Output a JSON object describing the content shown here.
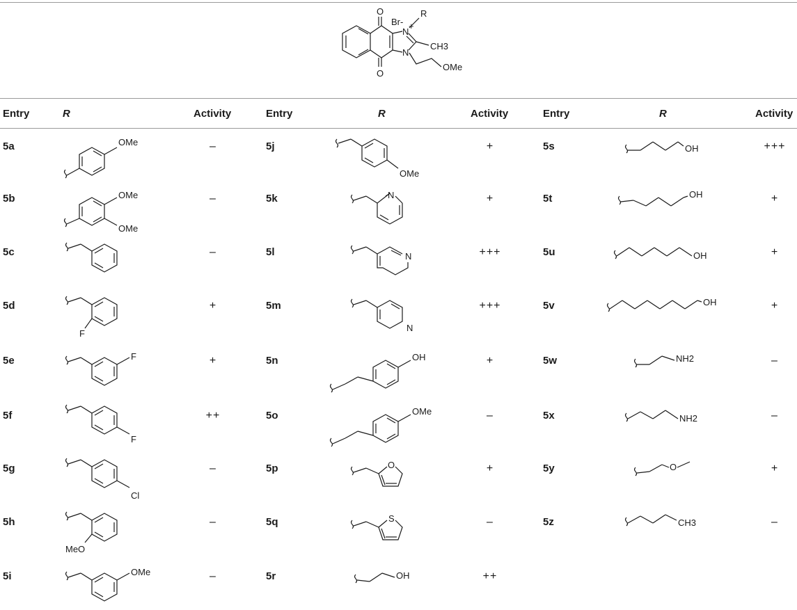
{
  "scaffold": {
    "counter_ion": "Br-",
    "substituent": "R",
    "labels": [
      "O",
      "O",
      "N",
      "N",
      "CH3",
      "OMe",
      "+"
    ]
  },
  "table": {
    "headers": [
      "Entry",
      "R",
      "Activity"
    ],
    "rows": [
      {
        "entry": "5a",
        "r": "p-methoxyphenyl",
        "activity": "–"
      },
      {
        "entry": "5b",
        "r": "3,4-dimethoxyphenyl",
        "activity": "–"
      },
      {
        "entry": "5c",
        "r": "benzyl",
        "activity": "–"
      },
      {
        "entry": "5d",
        "r": "2-fluorobenzyl",
        "activity": "+"
      },
      {
        "entry": "5e",
        "r": "3-fluorobenzyl",
        "activity": "+"
      },
      {
        "entry": "5f",
        "r": "4-fluorobenzyl",
        "activity": "++"
      },
      {
        "entry": "5g",
        "r": "4-chlorobenzyl",
        "activity": "–"
      },
      {
        "entry": "5h",
        "r": "2-methoxybenzyl",
        "activity": "–"
      },
      {
        "entry": "5i",
        "r": "3-methoxybenzyl",
        "activity": "–"
      },
      {
        "entry": "5j",
        "r": "4-methoxybenzyl",
        "activity": "+"
      },
      {
        "entry": "5k",
        "r": "2-pyridylmethyl",
        "activity": "+"
      },
      {
        "entry": "5l",
        "r": "3-pyridylmethyl",
        "activity": "+++"
      },
      {
        "entry": "5m",
        "r": "4-pyridylmethyl",
        "activity": "+++"
      },
      {
        "entry": "5n",
        "r": "4-hydroxyphenethyl",
        "activity": "+"
      },
      {
        "entry": "5o",
        "r": "4-methoxyphenethyl",
        "activity": "–"
      },
      {
        "entry": "5p",
        "r": "furfuryl",
        "activity": "+"
      },
      {
        "entry": "5q",
        "r": "thenyl",
        "activity": "–"
      },
      {
        "entry": "5r",
        "r": "2-hydroxyethyl",
        "activity": "++"
      },
      {
        "entry": "5s",
        "r": "3-hydroxypropyl",
        "activity": "+++"
      },
      {
        "entry": "5t",
        "r": "4-hydroxybutyl",
        "activity": "+"
      },
      {
        "entry": "5u",
        "r": "5-hydroxypentyl",
        "activity": "+"
      },
      {
        "entry": "5v",
        "r": "6-hydroxyhexyl",
        "activity": "+"
      },
      {
        "entry": "5w",
        "r": "2-aminoethyl",
        "activity": "–"
      },
      {
        "entry": "5x",
        "r": "3-aminopropyl",
        "activity": "–"
      },
      {
        "entry": "5y",
        "r": "2-methoxyethyl",
        "activity": "+"
      },
      {
        "entry": "5z",
        "r": "butyl",
        "activity": "–"
      }
    ]
  },
  "atoms": {
    "ome": "OMe",
    "oh": "OH",
    "f": "F",
    "cl": "Cl",
    "n": "N",
    "o": "O",
    "s": "S",
    "nh2": "NH2",
    "ch3": "CH3",
    "meo": "MeO"
  }
}
